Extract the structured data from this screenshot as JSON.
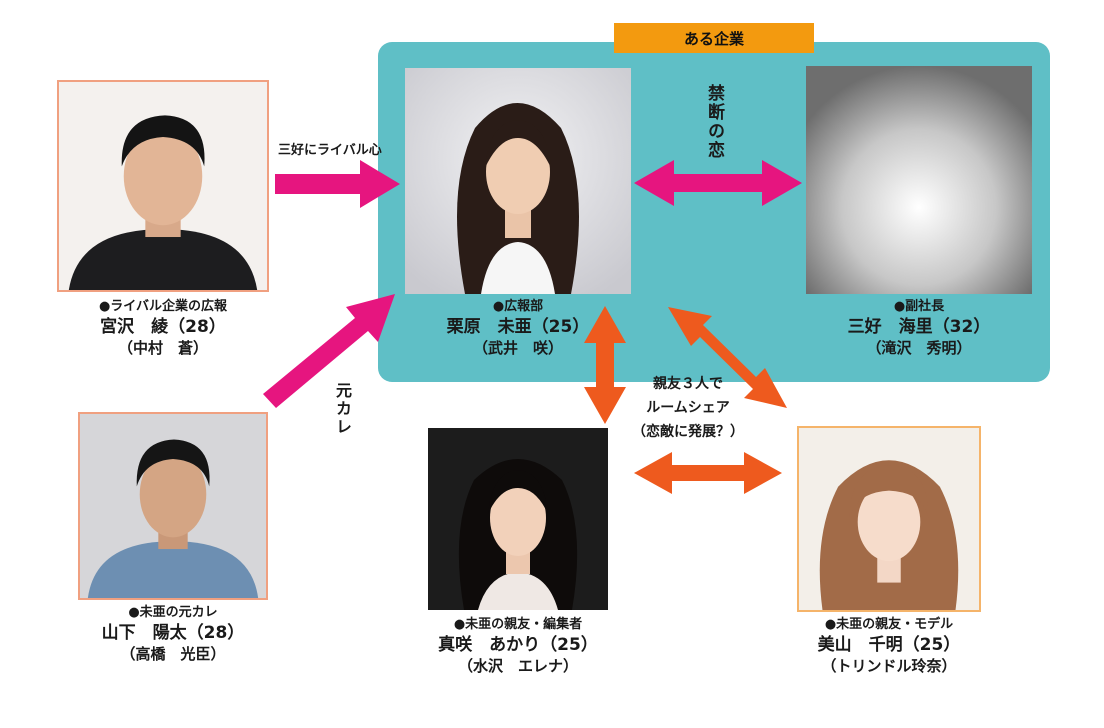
{
  "company": {
    "label": "ある企業"
  },
  "people": {
    "miyazawa": {
      "role": "●ライバル企業の広報",
      "name": "宮沢　綾（28）",
      "actor": "（中村　蒼）"
    },
    "kurihara": {
      "role": "●広報部",
      "name": "栗原　未亜（25）",
      "actor": "（武井　咲）"
    },
    "miyoshi": {
      "role": "●副社長",
      "name": "三好　海里（32）",
      "actor": "（滝沢　秀明）"
    },
    "yamashita": {
      "role": "●未亜の元カレ",
      "name": "山下　陽太（28）",
      "actor": "（高橋　光臣）"
    },
    "masaki": {
      "role": "●未亜の親友・編集者",
      "name": "真咲　あかり（25）",
      "actor": "（水沢　エレナ）"
    },
    "miyama": {
      "role": "●未亜の親友・モデル",
      "name": "美山　千明（25）",
      "actor": "（トリンドル玲奈）"
    }
  },
  "relations": {
    "rival": "三好にライバル心",
    "forbidden": "禁断の恋",
    "ex": "元カレ",
    "roomshare_line1": "親友３人で",
    "roomshare_line2": "ルームシェア",
    "roomshare_line3": "（恋敵に発展？）"
  },
  "colors": {
    "teal": "#5fbfc6",
    "orange_tab": "#f39a0f",
    "magenta": "#e6157f",
    "orange_arrow": "#ee5a1e"
  }
}
